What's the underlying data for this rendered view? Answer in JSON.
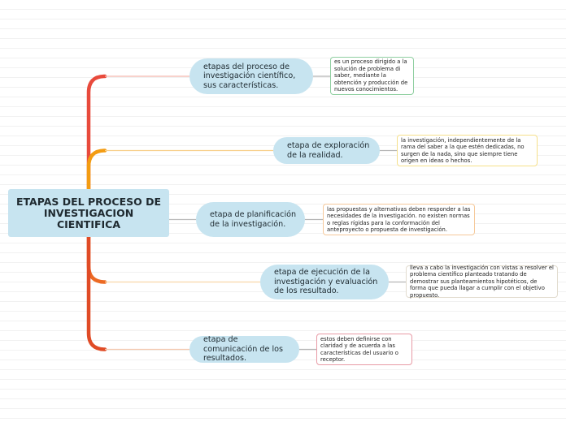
{
  "root": {
    "title": "ETAPAS DEL PROCESO DE INVESTIGACION CIENTIFICA"
  },
  "branches": [
    {
      "topic": "etapas del proceso de investigación científico, sus características.",
      "note": "es un proceso dirigido a la solución de problema di saber, mediante la obtención y producción de nuevos conocimientos.",
      "branch_color": "#e84a3c",
      "connector_color": "#f3b6ad",
      "note_border": "#8fcfa0"
    },
    {
      "topic": "etapa de exploración de la realidad.",
      "note": "la investigación, independientemente de la rama del saber a la que estén dedicadas, no surgen de la nada, sino que siempre tiene origen en ideas o hechos.",
      "branch_color": "#f39c12",
      "connector_color": "#f8cf8a",
      "note_border": "#f5e08a"
    },
    {
      "topic": "etapa de planificación de la investigación.",
      "note": "las propuestas y alternativas deben responder a las necesidades de la investigación. no existen  normas o reglas rígidas para la conformación del anteproyecto o propuesta de investigación.",
      "branch_color": "#f08a24",
      "connector_color": "#bbbbbb",
      "note_border": "#f6c99a"
    },
    {
      "topic": "etapa de ejecución de la investigación y evaluación de los resultado.",
      "note": "lleva a cabo la investigación con vistas a resolver el problema  científico planteado tratando de demostrar sus planteamientos hipotéticos, de forma que pueda llagar a cumplir con el objetivo propuesto.",
      "branch_color": "#ec6a24",
      "connector_color": "#f8d7a8",
      "note_border": "#e2dccf"
    },
    {
      "topic": "etapa de comunicación de los resultados.",
      "note": "estos deben definirse con claridad y de acuerda a las características del usuario o receptor.",
      "branch_color": "#e04b26",
      "connector_color": "#f4c9b0",
      "note_border": "#e89aa5"
    }
  ]
}
